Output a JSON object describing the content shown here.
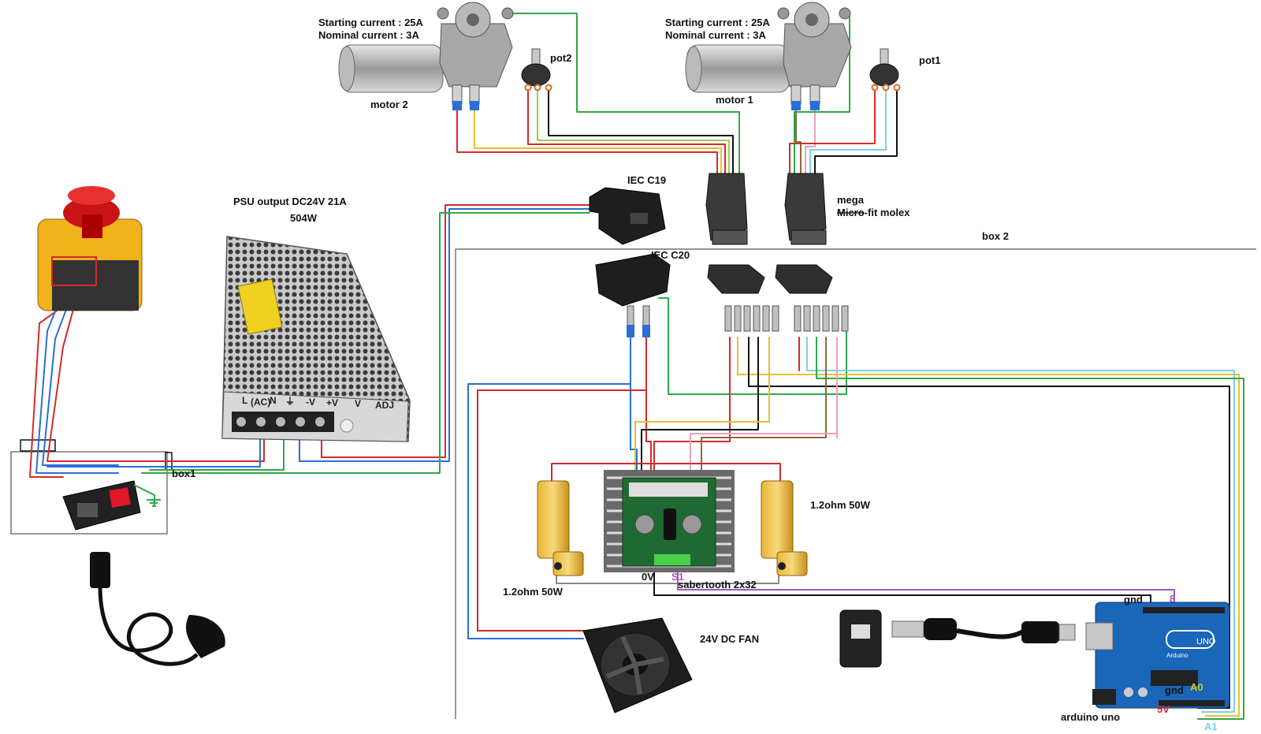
{
  "labels": {
    "motor2_start": "Starting current : 25A",
    "motor2_nominal": "Nominal current : 3A",
    "motor1_start": "Starting current : 25A",
    "motor1_nominal": "Nominal current : 3A",
    "motor2": "motor 2",
    "motor1": "motor 1",
    "pot2": "pot2",
    "pot1": "pot1",
    "iec_c19": "IEC C19",
    "iec_c20": "IEC C20",
    "psu_output": "PSU output DC24V 21A",
    "psu_power": "504W",
    "mega": "mega",
    "micro_fit_struck": "Micro",
    "micro_fit_rest": "-fit molex",
    "box2": "box 2",
    "box1": "box1",
    "resistor_right": "1.2ohm 50W",
    "resistor_left": "1.2ohm 50W",
    "zero_v": "0V",
    "s1": "S1",
    "sabertooth": "sabertooth 2x32",
    "fan": "24V DC FAN",
    "gnd_top": "gnd",
    "pin8": "8",
    "gnd_bottom": "gnd",
    "a0": "A0",
    "five_v": "5V",
    "arduino": "arduino uno",
    "a1": "A1"
  },
  "psu_terminals": [
    "L",
    "(AC)",
    "N",
    "⏚",
    "-V",
    "+V",
    "V",
    "ADJ"
  ],
  "arduino_texts": {
    "uno": "UNO",
    "brand": "Arduino"
  },
  "colors": {
    "red": "#d42a2a",
    "blue": "#2a6fd4",
    "green": "#2fa84a",
    "black": "#111111",
    "yellow": "#e2c22a",
    "brown": "#8a6a3a",
    "pink": "#f0a0b8",
    "lightblue": "#7fd0e8",
    "lightgreen": "#9ad04a",
    "purple": "#a05ab8",
    "gray": "#888888"
  }
}
